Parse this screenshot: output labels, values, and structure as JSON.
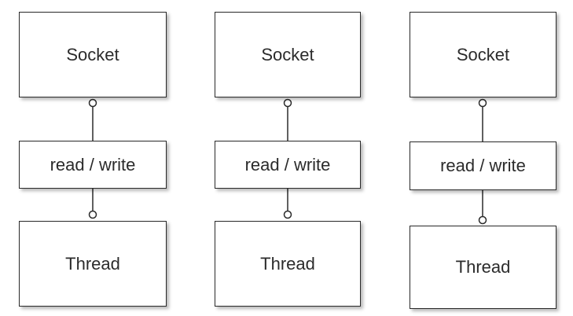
{
  "columns": [
    {
      "socket": "Socket",
      "rw": "read / write",
      "thread": "Thread"
    },
    {
      "socket": "Socket",
      "rw": "read / write",
      "thread": "Thread"
    },
    {
      "socket": "Socket",
      "rw": "read / write",
      "thread": "Thread"
    }
  ]
}
